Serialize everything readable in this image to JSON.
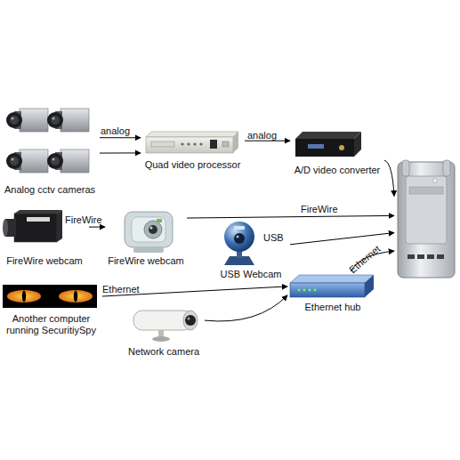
{
  "diagram": {
    "nodes": [
      {
        "text": [
          "Analog cctv cameras"
        ]
      },
      {
        "text": [
          "Quad video processor"
        ]
      },
      {
        "text": [
          "A/D video converter"
        ]
      },
      {
        "text": [
          "FireWire webcam"
        ]
      },
      {
        "text": [
          "FireWire webcam"
        ]
      },
      {
        "text": [
          "USB Webcam"
        ]
      },
      {
        "text": [
          "Another computer running SecuritiySpy"
        ]
      },
      {
        "text": [
          "Ethernet hub"
        ]
      },
      {
        "text": [
          "Network camera"
        ]
      },
      {
        "text": []
      }
    ],
    "edges": [
      {
        "from": 0,
        "to": 1,
        "label": "analog",
        "arrow": "to"
      },
      {
        "from": 0,
        "to": 1,
        "arrow": "to"
      },
      {
        "from": 1,
        "to": 2,
        "label": "analog",
        "arrow": "to"
      },
      {
        "from": 2,
        "to": 9,
        "arrow": "to"
      },
      {
        "from": 3,
        "to": 4,
        "label": "FireWire",
        "arrow": "to"
      },
      {
        "from": 4,
        "to": 9,
        "label": "FireWire",
        "arrow": "to"
      },
      {
        "from": 5,
        "to": 9,
        "label": "USB",
        "arrow": "to"
      },
      {
        "from": 6,
        "to": 7,
        "label": "Ethernet",
        "arrow": "to"
      },
      {
        "from": 8,
        "to": 7,
        "arrow": "to"
      },
      {
        "from": 7,
        "to": 9,
        "label": "Ethernet",
        "arrow": "to"
      }
    ]
  }
}
